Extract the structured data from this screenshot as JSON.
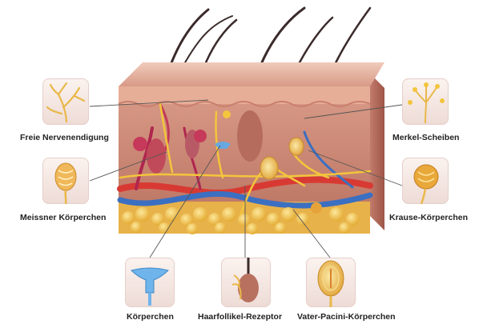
{
  "labels": {
    "free_nerve": "Freie Nervenendigung",
    "meissner": "Meissner Körperchen",
    "merkel": "Merkel-Scheiben",
    "krause": "Krause-Körperchen",
    "ruffini": "Körperchen",
    "hair_follicle": "Haarfollikel-Rezeptor",
    "pacini": "Vater-Pacini-Körperchen"
  },
  "colors": {
    "skin_top": "#e9bfae",
    "dermis": "#cf8e7c",
    "fat": "#f2c24a",
    "nerve": "#f0c23c",
    "artery": "#d8322f",
    "vein": "#3a6fc2",
    "hair": "#3a2a2a"
  }
}
